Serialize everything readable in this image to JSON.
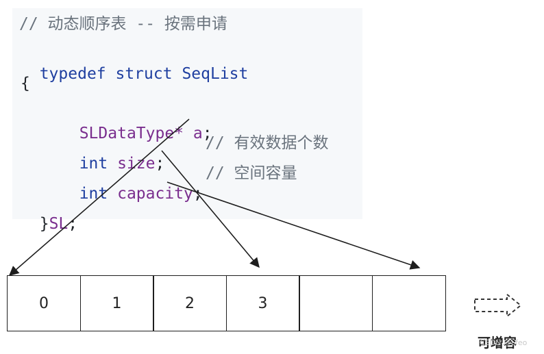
{
  "code": {
    "comment_title": "// 动态顺序表 -- 按需申请",
    "line_typedef_keywords": "typedef struct",
    "line_typedef_name": "SeqList",
    "open_brace": "{",
    "member_a_type": "SLDataType*",
    "member_a_name": "a",
    "member_size_kw": "int",
    "member_size_name": "size",
    "member_size_comment": "// 有效数据个数",
    "member_capacity_kw": "int",
    "member_capacity_name": "capacity",
    "member_capacity_comment": "// 空间容量",
    "close_brace": "}",
    "close_name": "SL",
    "semicolon": ";"
  },
  "array": {
    "cells": [
      "0",
      "1",
      "2",
      "3",
      "",
      ""
    ]
  },
  "grow": {
    "label": "可增容",
    "watermark": "CSDN @Lfeo"
  },
  "colors": {
    "keyword": "#1f3fa0",
    "identifier": "#7a2e8e",
    "comment": "#6a737d",
    "arrow": "#1e1e1e"
  }
}
